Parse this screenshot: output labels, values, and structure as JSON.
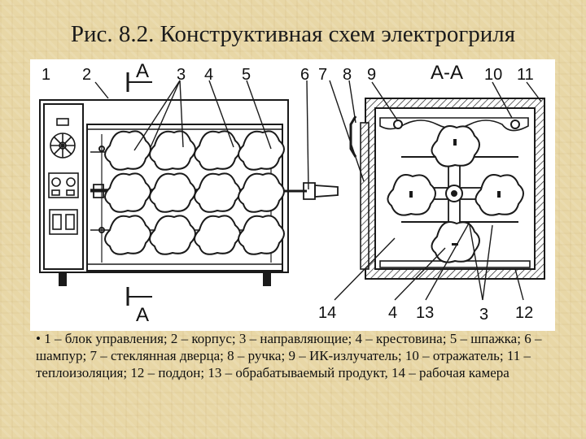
{
  "title": "Рис. 8.2. Конструктивная схем электрогриля",
  "labels": {
    "n1": "1",
    "n2": "2",
    "A_top": "А",
    "n3": "3",
    "n4": "4",
    "n5": "5",
    "n6": "6",
    "n7": "7",
    "n8": "8",
    "n9": "9",
    "section": "А-А",
    "n10": "10",
    "n11": "11",
    "A_bottom": "А",
    "n14": "14",
    "n4b": "4",
    "n13": "13",
    "n3b": "3",
    "n12": "12"
  },
  "caption": "• 1 – блок управления; 2 – корпус; 3 – направляющие; 4 – крестовина; 5 – шпажка; 6 – шампур; 7 – стеклянная дверца; 8 – ручка; 9 – ИК-излучатель; 10 – отражатель; 11 – теплоизоляция; 12 – поддон; 13 – обрабатываемый продукт, 14 – рабочая камера"
}
